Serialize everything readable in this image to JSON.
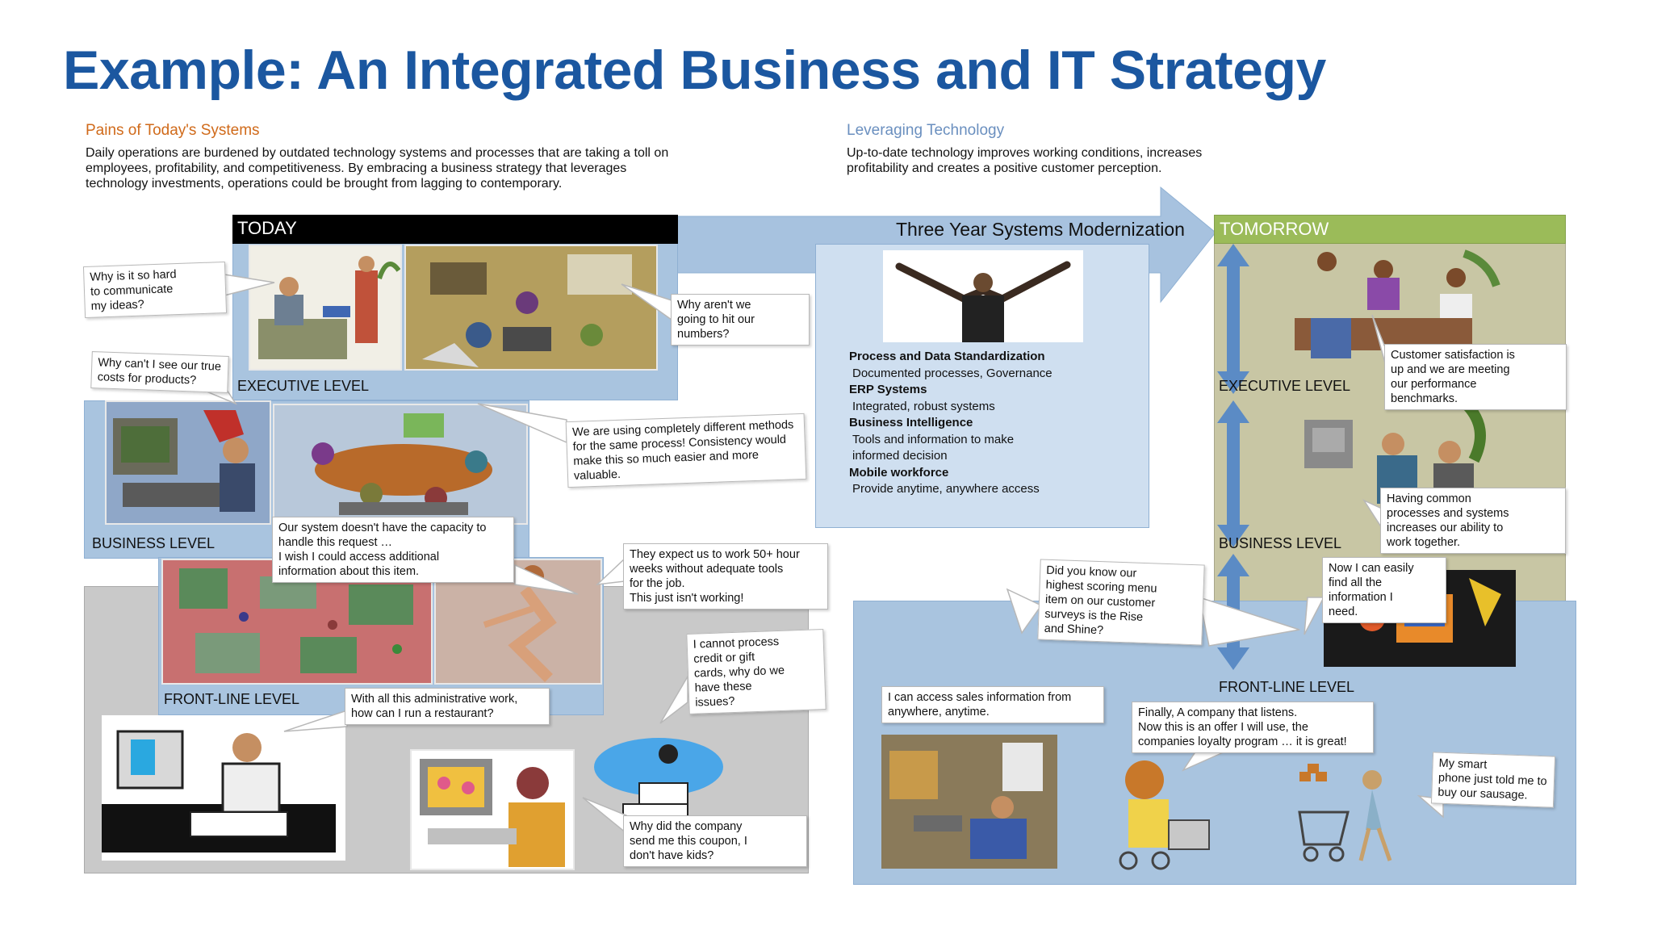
{
  "title": "Example: An Integrated Business and IT Strategy",
  "left_section": {
    "heading": "Pains of Today's Systems",
    "body": "Daily operations are burdened by outdated technology systems and processes that are taking a toll on\nemployees, profitability, and competitiveness. By embracing a business strategy that leverages\ntechnology investments, operations could be brought from lagging to contemporary."
  },
  "right_section": {
    "heading": "Leveraging Technology",
    "body": "Up-to-date technology improves working conditions, increases\nprofitability and creates a positive customer perception."
  },
  "today": {
    "header": "TODAY",
    "levels": {
      "executive": "EXECUTIVE LEVEL",
      "business": "BUSINESS LEVEL",
      "frontline": "FRONT-LINE LEVEL"
    },
    "callouts": {
      "communicate": "Why is it so hard\nto communicate\nmy ideas?",
      "true_costs": "Why can't I see our true\ncosts for products?",
      "hit_numbers": "Why aren't we\ngoing to hit our\nnumbers?",
      "methods": "We are using completely different methods\nfor the same process! Consistency would\nmake this so much easier and more\nvaluable.",
      "capacity": "Our system doesn't have the capacity to\nhandle this request …\nI wish I could access additional\ninformation about this item.",
      "hours": "They expect us to work 50+ hour\nweeks without adequate tools\nfor the job.\nThis just isn't working!",
      "process_credit": "I cannot process\ncredit or gift\ncards, why do we\nhave these\nissues?",
      "admin_work": "With all this administrative work,\nhow can I run a restaurant?",
      "coupon": "Why did the company\nsend me this coupon, I\ndon't have kids?"
    }
  },
  "modernization": {
    "arrow_label": "Three Year Systems Modernization",
    "items": [
      {
        "title": "Process and Data Standardization",
        "desc": "Documented processes, Governance"
      },
      {
        "title": "ERP Systems",
        "desc": "Integrated, robust systems"
      },
      {
        "title": "Business Intelligence",
        "desc": "Tools and information to make\ninformed decision"
      },
      {
        "title": "Mobile workforce",
        "desc": "Provide anytime, anywhere access"
      }
    ]
  },
  "tomorrow": {
    "header": "TOMORROW",
    "levels": {
      "executive": "EXECUTIVE LEVEL",
      "business": "BUSINESS LEVEL",
      "frontline": "FRONT-LINE LEVEL"
    },
    "callouts": {
      "satisfaction": "Customer satisfaction is\nup and we are meeting\nour performance\nbenchmarks.",
      "common": "Having common\nprocesses and systems\nincreases our ability to\nwork together.",
      "find_info": "Now I can easily\nfind all the\ninformation I\nneed.",
      "menu_item": "Did you know our\nhighest scoring menu\nitem on our customer\nsurveys is the Rise\nand Shine?",
      "sales_info": "I can access sales information from\nanywhere, anytime.",
      "listens": "Finally, A company that listens.\nNow this is an offer I will use, the\ncompanies loyalty program … it is great!",
      "smart_phone": "My smart\nphone just told me to\nbuy our sausage."
    }
  },
  "colors": {
    "title_blue": "#1b57a0",
    "left_heading": "#d06a1a",
    "right_heading": "#6a8fbf",
    "panel_blue": "#a9c4df",
    "panel_grey": "#c9c9c9",
    "arrow_blue": "#a7c2df",
    "tomorrow_green": "#9bbb59",
    "tomorrow_bg": "#c8c6a4",
    "today_header": "#000000"
  }
}
